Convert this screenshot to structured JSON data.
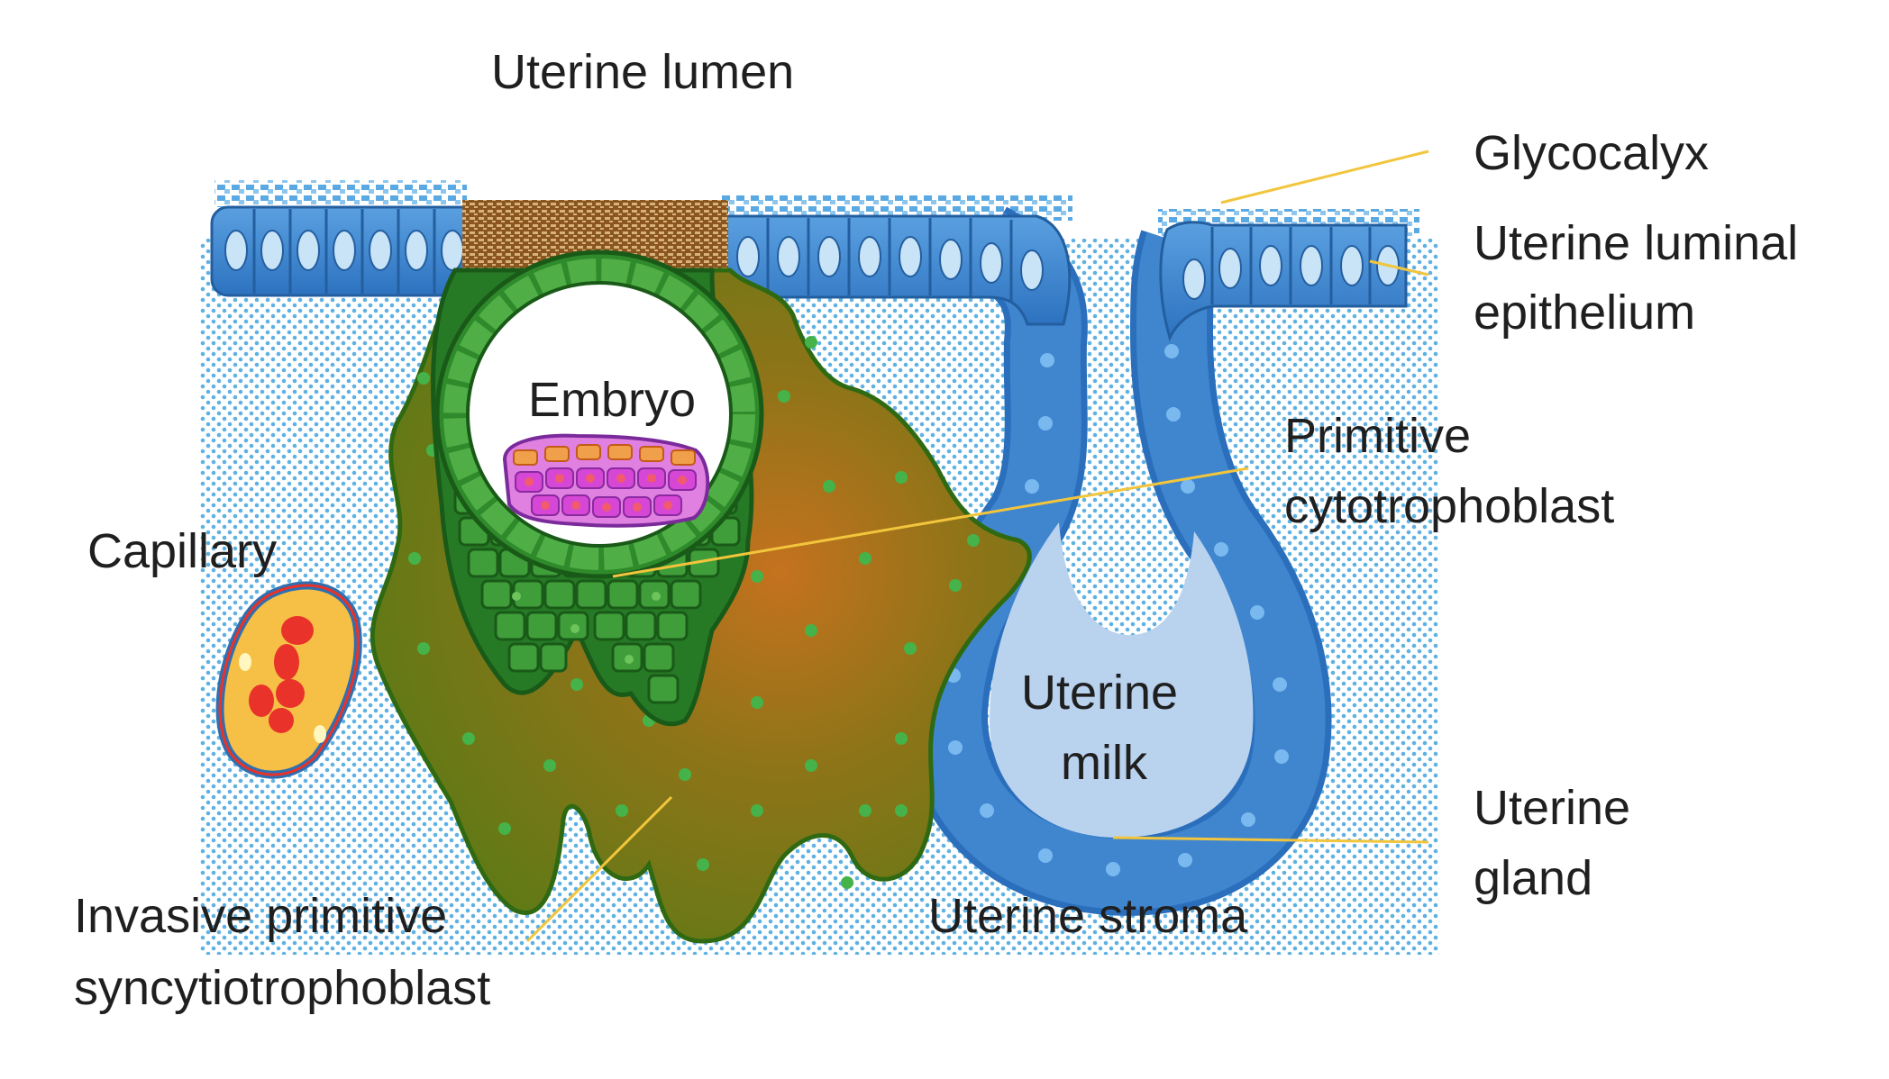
{
  "labels": {
    "uterine_lumen": "Uterine lumen",
    "glycocalyx": "Glycocalyx",
    "luminal_epithelium_1": "Uterine luminal",
    "luminal_epithelium_2": "epithelium",
    "embryo": "Embryo",
    "primitive_cyto_1": "Primitive",
    "primitive_cyto_2": "cytotrophoblast",
    "capillary": "Capillary",
    "uterine_milk_1": "Uterine",
    "uterine_milk_2": "milk",
    "uterine_gland_1": "Uterine",
    "uterine_gland_2": "gland",
    "invasive_1": "Invasive primitive",
    "invasive_2": "syncytiotrophoblast",
    "uterine_stroma": "Uterine stroma"
  },
  "colors": {
    "epithelium": "#3f86cf",
    "epithelium_dark": "#2466ad",
    "nucleus": "#c9e3f7",
    "glycocalyx": "#5aa9e3",
    "stroma_dots": "#5fb1e3",
    "syncytio": "#6f7a14",
    "syncytio_highlight": "#b8701f",
    "cyto_cell": "#2e8a2a",
    "cyto_cell_light": "#56b34a",
    "embryo_cell": "#d94fd8",
    "embryo_nucleus": "#f26a7a",
    "capillary_fill": "#f6c046",
    "capillary_border": "#2f6fb0",
    "blood_cell": "#e8322a",
    "milk": "#b9d2ee",
    "leader_line": "#f2c53c",
    "plug": "#a26a2a"
  }
}
